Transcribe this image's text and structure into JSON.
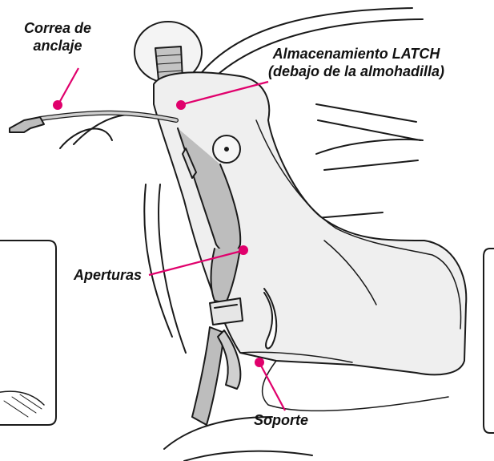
{
  "labels": {
    "top_tether": [
      "Correa de",
      "anclaje"
    ],
    "latch_storage": [
      "Almacenamiento LATCH",
      "(debajo de la almohadilla)"
    ],
    "openings": "Aperturas",
    "support": "Soporte"
  },
  "colors": {
    "callout": "#e0006c",
    "outline": "#1a1a1a",
    "seat_fill": "#efefef",
    "seat_shadow": "#dadada",
    "strap_fill": "#bdbdbd"
  }
}
